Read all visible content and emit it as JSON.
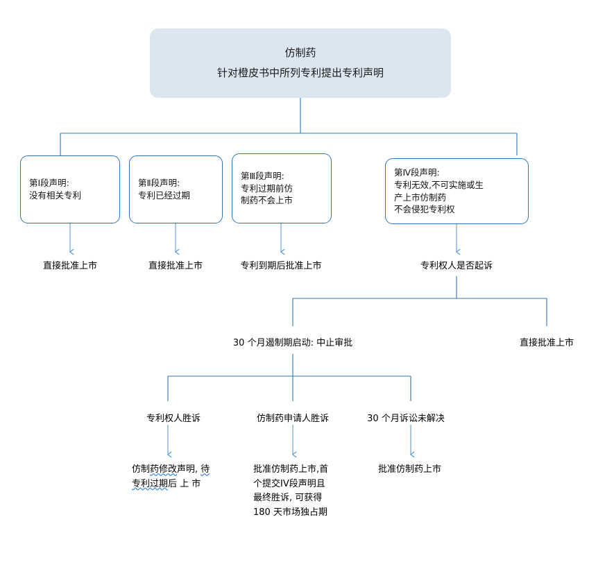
{
  "meta": {
    "accent_blue": "#2e74b5",
    "arrow_blue": "#5b9bd5",
    "root_fill": "#dce6f1",
    "text_color": "#000000",
    "squiggle_color": "#4a90d9"
  },
  "root": {
    "line1": "仿制药",
    "line2": "针对橙皮书中所列专利提出专利声明"
  },
  "declarations": [
    {
      "id": "paragraph-i",
      "lines": [
        "第Ⅰ段声明:",
        "没有相关专利"
      ],
      "outcome": "直接批准上市"
    },
    {
      "id": "paragraph-ii",
      "lines": [
        "第Ⅱ段声明:",
        "专利已经过期"
      ],
      "outcome": "直接批准上市"
    },
    {
      "id": "paragraph-iii",
      "lines": [
        "第Ⅲ段声明:",
        "专利过期前仿",
        "制药不会上市"
      ],
      "outcome": "专利到期后批准上市"
    },
    {
      "id": "paragraph-iv",
      "lines": [
        "第Ⅳ段声明:",
        "专利无效,不可实施或生",
        "产上市仿制药",
        "不会侵犯专利权"
      ],
      "outcome": "专利权人是否起诉"
    }
  ],
  "tier2": {
    "stay": "30 个月遏制期启动: 中止审批",
    "no_suit": "直接批准上市"
  },
  "tier3": [
    {
      "id": "patentee-wins",
      "label": "专利权人胜诉"
    },
    {
      "id": "applicant-wins",
      "label": "仿制药申请人胜诉"
    },
    {
      "id": "unresolved-30m",
      "label": "30 个月诉讼未解决"
    }
  ],
  "outcomes": {
    "patentee_wins": {
      "segments": [
        {
          "text": "仿制",
          "squiggle": false
        },
        {
          "text": "药修改",
          "squiggle": true
        },
        {
          "text": "声明, ",
          "squiggle": false
        },
        {
          "text": "待专利过期",
          "squiggle": true
        },
        {
          "text": "后 上 市",
          "squiggle": false
        }
      ],
      "plain": "仿制药修改声明, 待专利过期后 上 市"
    },
    "applicant_wins": "批准仿制药上市,首个提交IV段声明且最终胜诉, 可获得 180 天市场独占期",
    "unresolved": "批准仿制药上市"
  }
}
